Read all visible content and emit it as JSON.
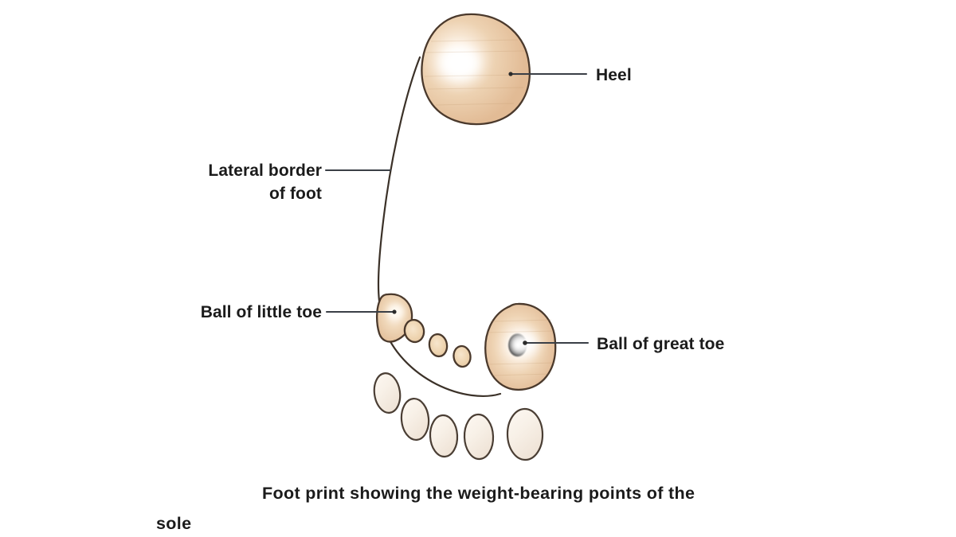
{
  "figure": {
    "title": "Foot print showing the weight-bearing points of the sole",
    "background_color": "#ffffff",
    "caption": {
      "line1": "Foot  print  showing  the  weight-bearing  points  of  the",
      "line2": "sole"
    },
    "labels": {
      "heel": "Heel",
      "lateral_border_line1": "Lateral border",
      "lateral_border_line2": "of foot",
      "ball_of_little_toe": "Ball of little toe",
      "ball_of_great_toe": "Ball of great toe"
    },
    "colors": {
      "pad_fill": "#e8c7a4",
      "pad_fill_light": "#f2ddc4",
      "pad_highlight": "#ffffff",
      "pad_outline": "#4a392c",
      "toe_fill": "#f7efe6",
      "toe_fill_shadow": "#efe2d4",
      "toe_outline": "#4a3e34",
      "leader_line": "#3a3f46",
      "text": "#1b1b1b",
      "sole_outline": "#3b3128"
    },
    "parts": [
      {
        "name": "heel",
        "kind": "weight-bearing-pad",
        "label": "Heel"
      },
      {
        "name": "ball-of-great-toe",
        "kind": "weight-bearing-pad",
        "label": "Ball of great toe"
      },
      {
        "name": "ball-of-little-toe",
        "kind": "weight-bearing-pad",
        "label": "Ball of little toe"
      },
      {
        "name": "lateral-border-of-foot",
        "kind": "outline",
        "label": "Lateral border of foot"
      },
      {
        "name": "metatarsal-pad-2",
        "kind": "small-pad",
        "label": ""
      },
      {
        "name": "metatarsal-pad-3",
        "kind": "small-pad",
        "label": ""
      },
      {
        "name": "metatarsal-pad-4",
        "kind": "small-pad",
        "label": ""
      },
      {
        "name": "toe-print-5",
        "kind": "toe-print",
        "label": ""
      },
      {
        "name": "toe-print-4",
        "kind": "toe-print",
        "label": ""
      },
      {
        "name": "toe-print-3",
        "kind": "toe-print",
        "label": ""
      },
      {
        "name": "toe-print-2",
        "kind": "toe-print",
        "label": ""
      },
      {
        "name": "toe-print-1",
        "kind": "toe-print",
        "label": ""
      }
    ]
  }
}
